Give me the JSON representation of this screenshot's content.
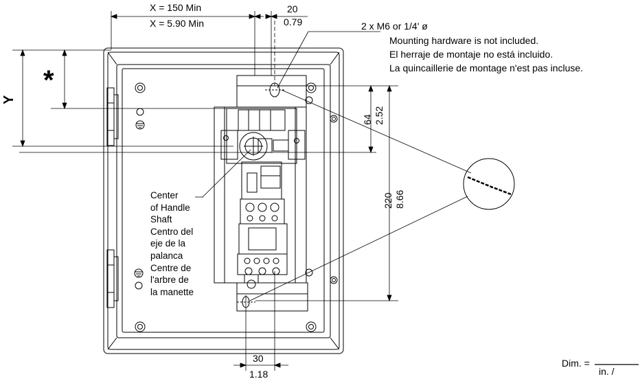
{
  "dimensions": {
    "x_metric": "X = 150 Min",
    "x_imperial": "X = 5.90 Min",
    "top_offset_metric": "20",
    "top_offset_imperial": "0.79",
    "bottom_offset_metric": "30",
    "bottom_offset_imperial": "1.18",
    "short_vertical_metric": "64",
    "short_vertical_imperial": "2.52",
    "long_vertical_metric": "220",
    "long_vertical_imperial": "8.66",
    "y_label": "Y",
    "asterisk": "*"
  },
  "hardware_note": {
    "spec": "2 x M6 or 1/4' ø",
    "lines": [
      "Mounting hardware is not included.",
      "El herraje de montaje no está incluido.",
      "La quincaillerie de montage n'est pas incluse."
    ]
  },
  "handle_note": {
    "lines": [
      "Center",
      "of Handle",
      "Shaft",
      "Centro del",
      "eje de la",
      "palanca",
      "Centre de",
      "l'arbre de",
      "la manette"
    ]
  },
  "units": {
    "prefix": "Dim. =",
    "denominator": "in. /"
  }
}
